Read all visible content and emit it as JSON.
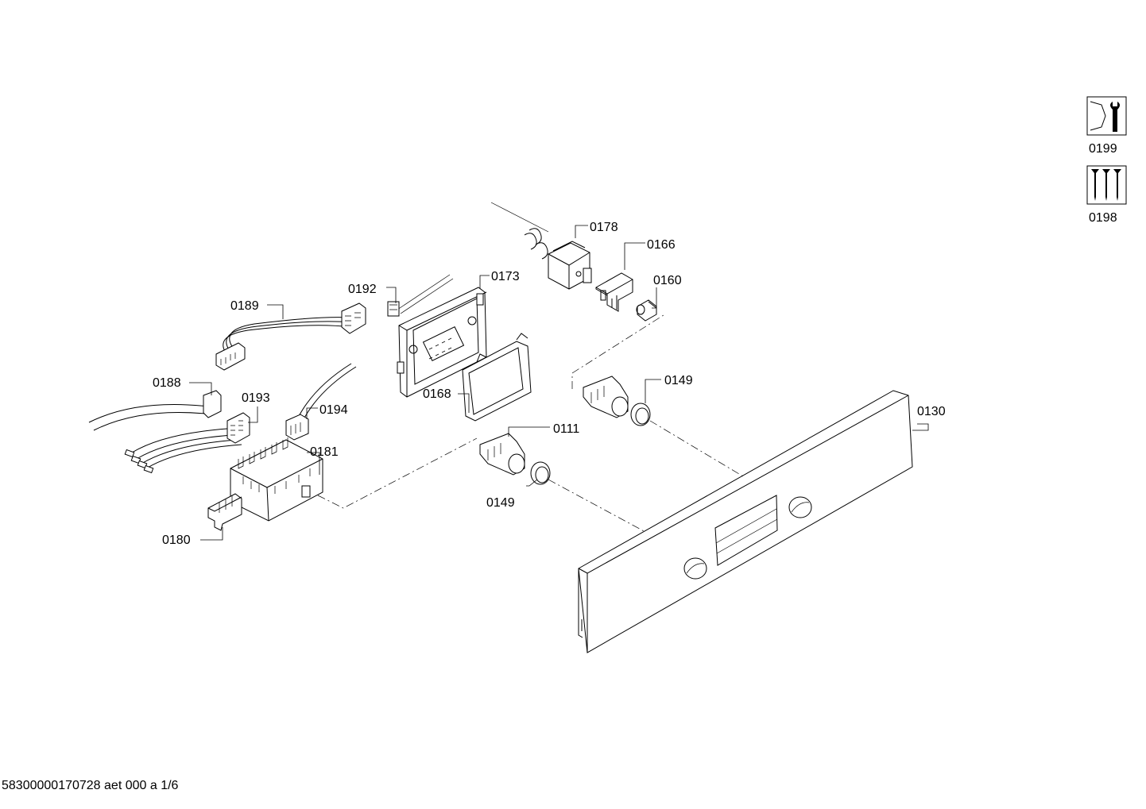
{
  "parts": [
    {
      "id": "p0178",
      "label": "0178"
    },
    {
      "id": "p0166",
      "label": "0166"
    },
    {
      "id": "p0160",
      "label": "0160"
    },
    {
      "id": "p0192",
      "label": "0192"
    },
    {
      "id": "p0173",
      "label": "0173"
    },
    {
      "id": "p0189",
      "label": "0189"
    },
    {
      "id": "p0188",
      "label": "0188"
    },
    {
      "id": "p0193",
      "label": "0193"
    },
    {
      "id": "p0194",
      "label": "0194"
    },
    {
      "id": "p0168",
      "label": "0168"
    },
    {
      "id": "p0149a",
      "label": "0149"
    },
    {
      "id": "p0111",
      "label": "0111"
    },
    {
      "id": "p0130",
      "label": "0130"
    },
    {
      "id": "p0181",
      "label": "0181"
    },
    {
      "id": "p0149b",
      "label": "0149"
    },
    {
      "id": "p0180",
      "label": "0180"
    }
  ],
  "legend": {
    "tool_label": "0199",
    "screws_label": "0198"
  },
  "footer": "58300000170728 aet 000 a 1/6"
}
